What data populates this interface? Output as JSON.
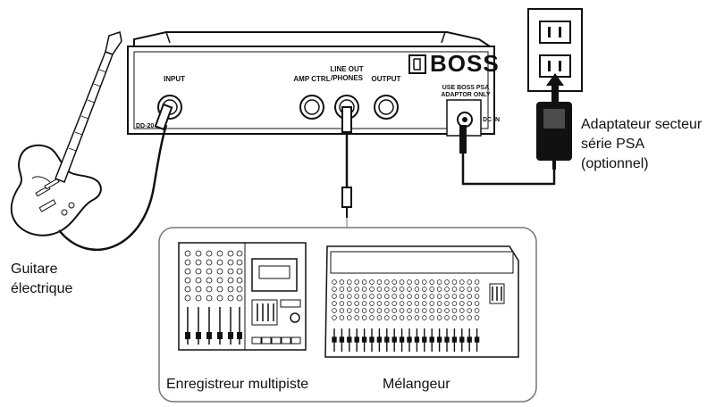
{
  "device": {
    "brand": "BOSS",
    "model": "DD-20",
    "jacks": {
      "input": "INPUT",
      "amp_ctrl": "AMP CTRL",
      "line_out_1": "LINE OUT",
      "line_out_2": "/PHONES",
      "output": "OUTPUT",
      "adaptor_1": "USE BOSS PSA",
      "adaptor_2": "ADAPTOR ONLY",
      "dc_in": "DC IN"
    }
  },
  "labels": {
    "guitar_1": "Guitare",
    "guitar_2": "électrique",
    "adapter_1": "Adaptateur secteur",
    "adapter_2": "série PSA",
    "adapter_3": "(optionnel)",
    "recorder": "Enregistreur multipiste",
    "mixer": "Mélangeur"
  }
}
